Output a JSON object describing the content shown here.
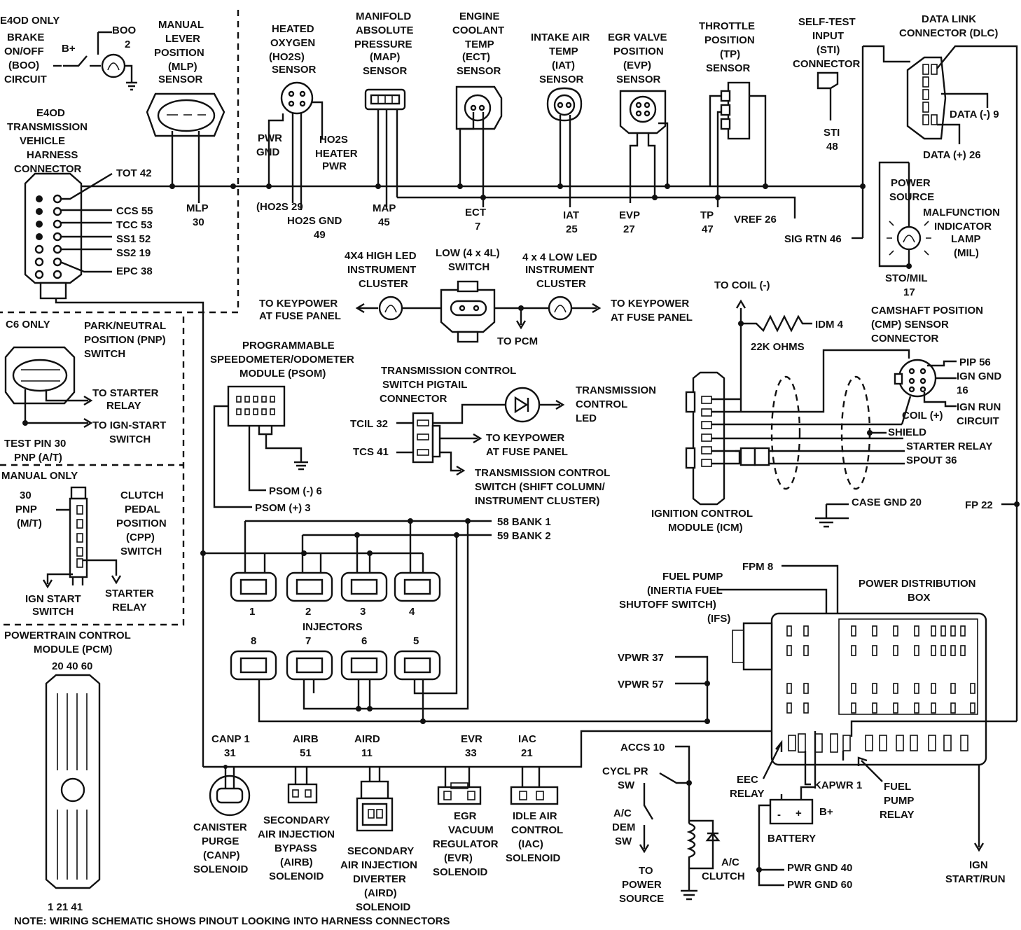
{
  "labels": {
    "e4od_only": "E4OD ONLY",
    "brake_switch": [
      "BRAKE",
      "ON/OFF",
      "(BOO)",
      "CIRCUIT"
    ],
    "boo_pin": [
      "BOO",
      "2"
    ],
    "b_plus": "B+",
    "mlp_sensor": [
      "MANUAL",
      "LEVER",
      "POSITION",
      "(MLP)",
      "SENSOR"
    ],
    "mlp_pin": [
      "MLP",
      "30"
    ],
    "e4od_connector": [
      "E4OD",
      "TRANSMISSION",
      "VEHICLE",
      "HARNESS",
      "CONNECTOR"
    ],
    "trans_pins": [
      "TOT 42",
      "CCS 55",
      "TCC 53",
      "SS1 52",
      "SS2 19",
      "EPC 38"
    ],
    "ho2s_sensor": [
      "HEATED",
      "OXYGEN",
      "(HO2S)",
      "SENSOR"
    ],
    "pwr_gnd": [
      "PWR",
      "GND"
    ],
    "ho2s_heater": [
      "HO2S",
      "HEATER",
      "PWR"
    ],
    "ho2s_pin": "(HO2S 29",
    "ho2s_gnd": [
      "HO2S GND",
      "49"
    ],
    "map_sensor": [
      "MANIFOLD",
      "ABSOLUTE",
      "PRESSURE",
      "(MAP)",
      "SENSOR"
    ],
    "map_pin": [
      "MAP",
      "45"
    ],
    "ect_sensor": [
      "ENGINE",
      "COOLANT",
      "TEMP",
      "(ECT)",
      "SENSOR"
    ],
    "ect_pin": [
      "ECT",
      "7"
    ],
    "iat_sensor": [
      "INTAKE AIR",
      "TEMP",
      "(IAT)",
      "SENSOR"
    ],
    "iat_pin": [
      "IAT",
      "25"
    ],
    "evp_sensor": [
      "EGR VALVE",
      "POSITION",
      "(EVP)",
      "SENSOR"
    ],
    "evp_pin": [
      "EVP",
      "27"
    ],
    "tp_sensor": [
      "THROTTLE",
      "POSITION",
      "(TP)",
      "SENSOR"
    ],
    "tp_pin": [
      "TP",
      "47"
    ],
    "vref": "VREF 26",
    "sti_connector": [
      "SELF-TEST",
      "INPUT",
      "(STI)",
      "CONNECTOR"
    ],
    "sti_pin": [
      "STI",
      "48"
    ],
    "dlc": [
      "DATA LINK",
      "CONNECTOR (DLC)"
    ],
    "data_minus": "DATA (-) 9",
    "data_plus": "DATA (+) 26",
    "power_source": [
      "POWER",
      "SOURCE"
    ],
    "mil": [
      "MALFUNCTION",
      "INDICATOR",
      "LAMP",
      "(MIL)"
    ],
    "sig_rtn": "SIG RTN 46",
    "sto_mil": [
      "STO/MIL",
      "17"
    ],
    "c6_only": "C6 ONLY",
    "pnp_switch": [
      "PARK/NEUTRAL",
      "POSITION (PNP)",
      "SWITCH"
    ],
    "to_starter_relay": [
      "TO STARTER",
      "RELAY"
    ],
    "to_ign_start": [
      "TO IGN-START",
      "SWITCH"
    ],
    "test_pin": [
      "TEST PIN 30",
      "PNP (A/T)"
    ],
    "manual_only": "MANUAL ONLY",
    "pnp_mt": [
      "30",
      "PNP",
      "(M/T)"
    ],
    "cpp_switch": [
      "CLUTCH",
      "PEDAL",
      "POSITION",
      "(CPP)",
      "SWITCH"
    ],
    "ign_start_switch": [
      "IGN START",
      "SWITCH"
    ],
    "starter_relay": [
      "STARTER",
      "RELAY"
    ],
    "pcm": [
      "POWERTRAIN CONTROL",
      "MODULE (PCM)"
    ],
    "pcm_top_pins": "20 40 60",
    "pcm_bottom_pins": "1   21   41",
    "led_high": [
      "4X4 HIGH LED",
      "INSTRUMENT",
      "CLUSTER"
    ],
    "low_switch": [
      "LOW (4 x 4L)",
      "SWITCH"
    ],
    "led_low": [
      "4 x 4 LOW LED",
      "INSTRUMENT",
      "CLUSTER"
    ],
    "to_keypower": [
      "TO KEYPOWER",
      "AT FUSE PANEL"
    ],
    "to_pcm": "TO PCM",
    "psom": [
      "PROGRAMMABLE",
      "SPEEDOMETER/ODOMETER",
      "MODULE (PSOM)"
    ],
    "psom_minus": "PSOM (-) 6",
    "psom_plus": "PSOM (+) 3",
    "tcs_pigtail": [
      "TRANSMISSION CONTROL",
      "SWITCH PIGTAIL",
      "CONNECTOR"
    ],
    "tcil": "TCIL 32",
    "tcs": "TCS 41",
    "trans_led": [
      "TRANSMISSION",
      "CONTROL",
      "LED"
    ],
    "tcs_switch": [
      "TRANSMISSION CONTROL",
      "SWITCH (SHIFT COLUMN/",
      "INSTRUMENT CLUSTER)"
    ],
    "bank1": "58 BANK 1",
    "bank2": "59 BANK 2",
    "injectors": "INJECTORS",
    "injector_numbers_top": [
      "1",
      "2",
      "3",
      "4"
    ],
    "injector_numbers_bottom": [
      "8",
      "7",
      "6",
      "5"
    ],
    "to_coil": "TO COIL (-)",
    "idm": "IDM 4",
    "ohms": "22K OHMS",
    "cmp_sensor": [
      "CAMSHAFT POSITION",
      "(CMP) SENSOR",
      "CONNECTOR"
    ],
    "pip": "PIP 56",
    "ign_gnd": [
      "IGN GND",
      "16"
    ],
    "coil_plus": "COIL (+)",
    "ign_run": [
      "IGN RUN",
      "CIRCUIT"
    ],
    "shield": "SHIELD",
    "icm_starter_relay": "STARTER RELAY",
    "spout": "SPOUT 36",
    "icm": [
      "IGNITION CONTROL",
      "MODULE (ICM)"
    ],
    "case_gnd": "CASE GND 20",
    "fp": "FP 22",
    "fpm": "FPM 8",
    "fuel_pump": [
      "FUEL PUMP",
      "(INERTIA FUEL",
      "SHUTOFF SWITCH)",
      "(IFS)"
    ],
    "pdb": [
      "POWER DISTRIBUTION",
      "BOX"
    ],
    "vpwr37": "VPWR 37",
    "vpwr57": "VPWR 57",
    "canp_pin": [
      "CANP 1",
      "31"
    ],
    "airb_pin": [
      "AIRB",
      "51"
    ],
    "aird_pin": [
      "AIRD",
      "11"
    ],
    "evr_pin": [
      "EVR",
      "33"
    ],
    "iac_pin": [
      "IAC",
      "21"
    ],
    "canp": [
      "CANISTER",
      "PURGE",
      "(CANP)",
      "SOLENOID"
    ],
    "airb": [
      "SECONDARY",
      "AIR INJECTION",
      "BYPASS",
      "(AIRB)",
      "SOLENOID"
    ],
    "aird": [
      "SECONDARY",
      "AIR INJECTION",
      "DIVERTER",
      "(AIRD)",
      "SOLENOID"
    ],
    "evr": [
      "EGR",
      "VACUUM",
      "REGULATOR",
      "(EVR)",
      "SOLENOID"
    ],
    "iac": [
      "IDLE AIR",
      "CONTROL",
      "(IAC)",
      "SOLENOID"
    ],
    "accs": "ACCS 10",
    "cycl": [
      "CYCL PR",
      "SW"
    ],
    "ac_dem": [
      "A/C",
      "DEM",
      "SW"
    ],
    "to_power": [
      "TO",
      "POWER",
      "SOURCE"
    ],
    "ac_clutch": [
      "A/C",
      "CLUTCH"
    ],
    "eec_relay": [
      "EEC",
      "RELAY"
    ],
    "kapwr": "KAPWR 1",
    "fuel_pump_relay": [
      "FUEL",
      "PUMP",
      "RELAY"
    ],
    "battery": "BATTERY",
    "battery_b": "B+",
    "pwr_gnd40": "PWR GND 40",
    "pwr_gnd60": "PWR GND 60",
    "ign_start_run": [
      "IGN",
      "START/RUN"
    ],
    "note": "NOTE: WIRING SCHEMATIC SHOWS PINOUT LOOKING INTO HARNESS CONNECTORS"
  }
}
